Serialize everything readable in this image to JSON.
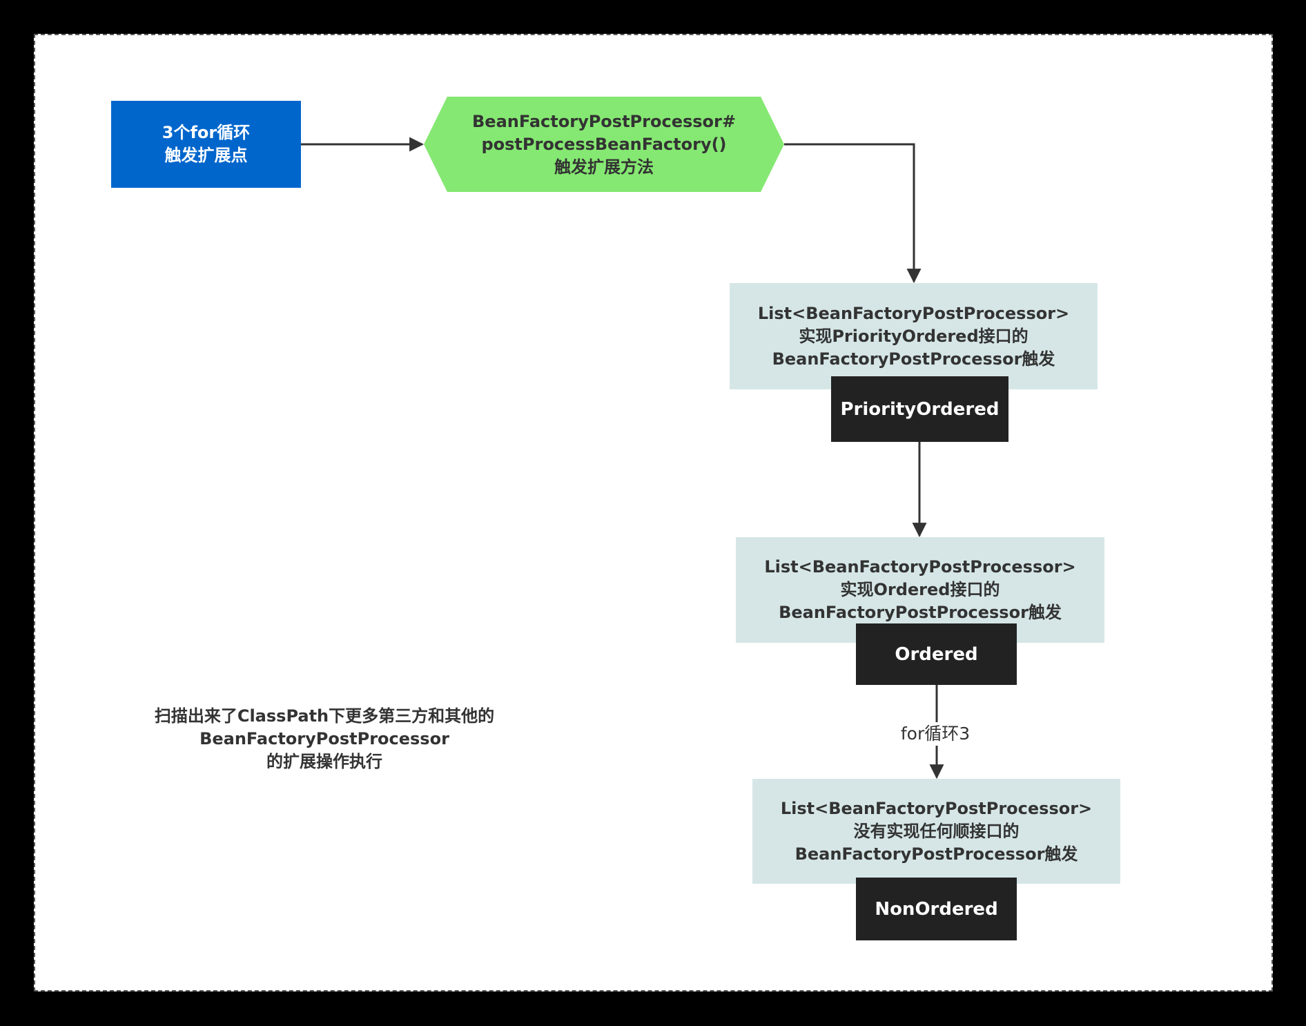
{
  "nodes": {
    "start": {
      "lines": [
        "3个for循环",
        "触发扩展点"
      ]
    },
    "method": {
      "lines": [
        "BeanFactoryPostProcessor#",
        "postProcessBeanFactory()",
        "触发扩展方法"
      ]
    },
    "priority_list": {
      "lines": [
        "List<BeanFactoryPostProcessor>",
        "实现PriorityOrdered接口的",
        "BeanFactoryPostProcessor触发"
      ]
    },
    "priority_tag": "PriorityOrdered",
    "ordered_list": {
      "lines": [
        "List<BeanFactoryPostProcessor>",
        "实现Ordered接口的",
        "BeanFactoryPostProcessor触发"
      ]
    },
    "ordered_tag": "Ordered",
    "nonordered_list": {
      "lines": [
        "List<BeanFactoryPostProcessor>",
        "没有实现任何顺接口的",
        "BeanFactoryPostProcessor触发"
      ]
    },
    "nonordered_tag": "NonOrdered"
  },
  "edges": {
    "loop3_label": "for循环3"
  },
  "note": {
    "lines": [
      "扫描出来了ClassPath下更多第三方和其他的",
      "BeanFactoryPostProcessor",
      "的扩展操作执行"
    ]
  },
  "colors": {
    "start_fill": "#0066cc",
    "method_fill": "#85e872",
    "list_fill": "#d6e6e6",
    "tag_fill": "#222222",
    "edge": "#333333"
  }
}
